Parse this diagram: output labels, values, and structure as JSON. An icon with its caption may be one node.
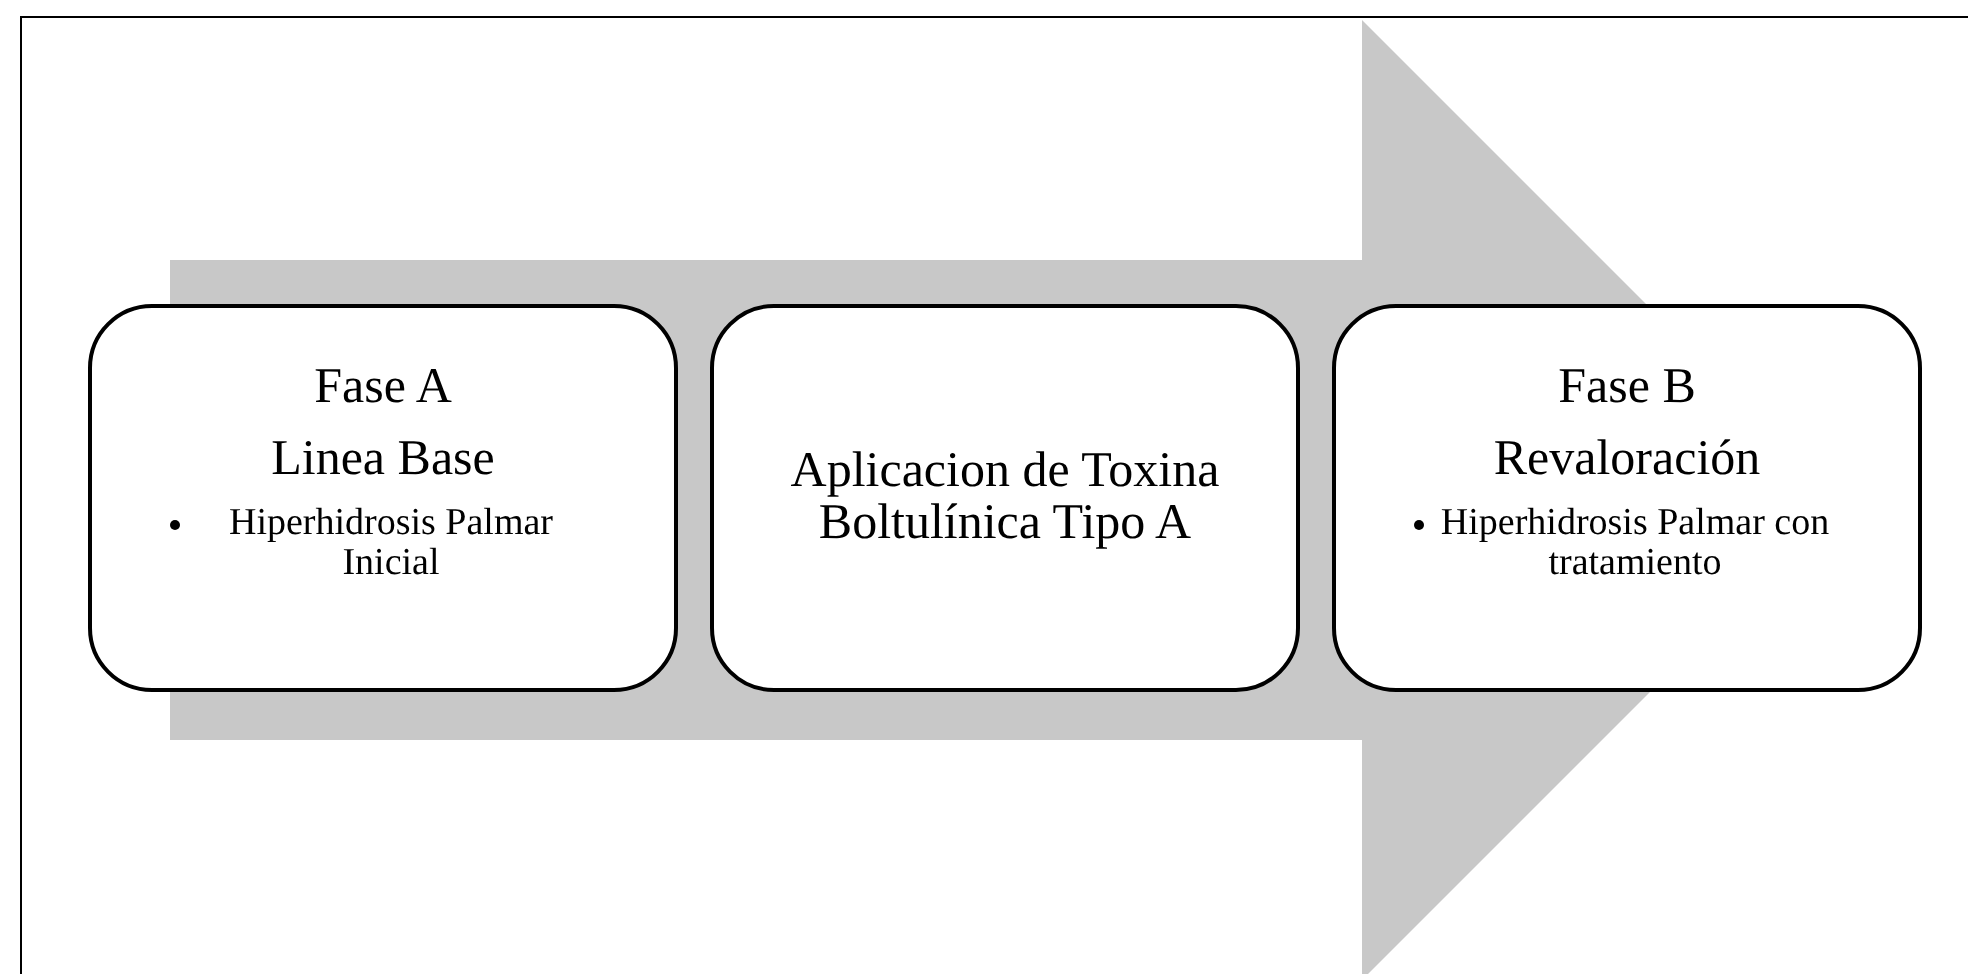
{
  "diagram": {
    "nodes": [
      {
        "text": [
          "Fase A",
          "Linea Base",
          "Hiperhidrosis Palmar Inicial"
        ]
      },
      {
        "text": [
          "Aplicacion de Toxina Boltulínica Tipo A"
        ]
      },
      {
        "text": [
          "Fase B",
          "Revaloración",
          "Hiperhidrosis Palmar con tratamiento"
        ]
      }
    ],
    "edges": [
      {
        "from": 0,
        "to": 2,
        "arrow": "to"
      }
    ]
  }
}
